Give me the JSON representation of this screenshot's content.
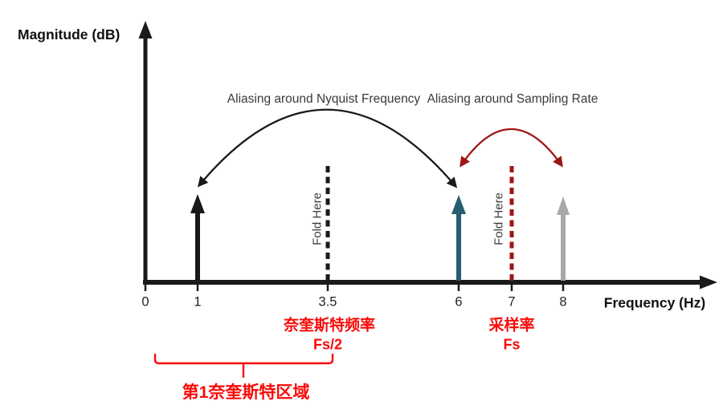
{
  "axes": {
    "y_label": "Magnitude (dB)",
    "x_label": "Frequency (Hz)",
    "ticks": [
      {
        "label": "0"
      },
      {
        "label": "1"
      },
      {
        "label": "3.5"
      },
      {
        "label": "6"
      },
      {
        "label": "7"
      },
      {
        "label": "8"
      }
    ]
  },
  "annotations": {
    "aliasing_nyquist": "Aliasing around Nyquist Frequency",
    "aliasing_sampling": "Aliasing around Sampling Rate",
    "nyquist_frequency_cn": "奈奎斯特频率",
    "nyquist_frequency_formula": "Fs/2",
    "sampling_rate_cn": "采样率",
    "sampling_rate_formula": "Fs",
    "first_nyquist_zone_cn": "第1奈奎斯特区域"
  },
  "frequency_markers": [
    {
      "frequency": "1",
      "style": "solid-arrow",
      "color": "#1a1a1a"
    },
    {
      "frequency": "3.5",
      "style": "dashed-fold-line",
      "color": "#1a1a1a",
      "label": "Fold Here"
    },
    {
      "frequency": "6",
      "style": "solid-arrow",
      "color": "#265e70"
    },
    {
      "frequency": "7",
      "style": "dashed-fold-line",
      "color": "#9e1515",
      "label": "Fold Here"
    },
    {
      "frequency": "8",
      "style": "solid-arrow",
      "color": "#a8a8a8"
    }
  ],
  "colors": {
    "black": "#1a1a1a",
    "teal": "#265e70",
    "gray": "#a8a8a8",
    "dark_red": "#9e1515",
    "red_text": "#f90a0a",
    "label_gray": "#3a3a3a"
  }
}
